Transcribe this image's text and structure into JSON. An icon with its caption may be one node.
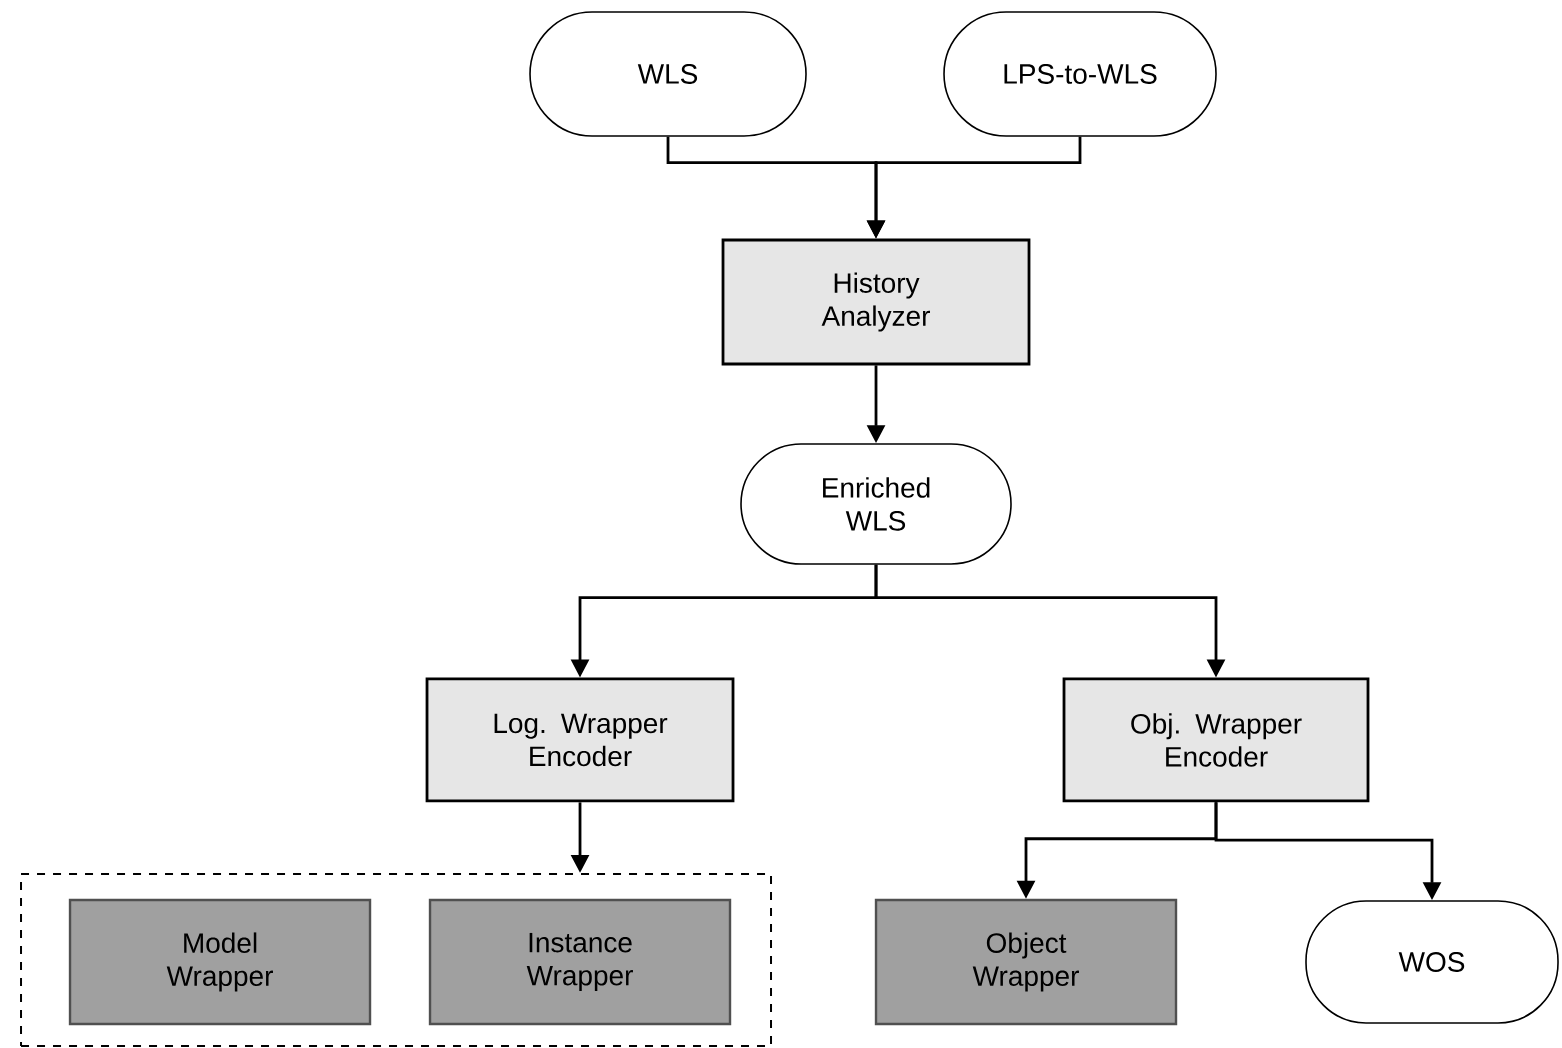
{
  "diagram": {
    "nodes": [
      {
        "text": [
          "WLS"
        ]
      },
      {
        "text": [
          "LPS-to-WLS"
        ]
      },
      {
        "text": [
          "History Analyzer"
        ]
      },
      {
        "text": [
          "Enriched WLS"
        ]
      },
      {
        "text": [
          "Log. Wrapper Encoder"
        ]
      },
      {
        "text": [
          "Obj. Wrapper Encoder"
        ]
      },
      {
        "text": [],
        "shape": "box"
      },
      {
        "text": [
          "Model Wrapper"
        ],
        "in": 6
      },
      {
        "text": [
          "Instance Wrapper"
        ],
        "in": 6
      },
      {
        "text": [
          "Object Wrapper"
        ]
      },
      {
        "text": [
          "WOS"
        ]
      }
    ],
    "edges": [
      {
        "from": 0,
        "to": 2,
        "arrow": "to"
      },
      {
        "from": 1,
        "to": 2,
        "arrow": "to"
      },
      {
        "from": 2,
        "to": 3,
        "arrow": "to"
      },
      {
        "from": 3,
        "to": 4,
        "arrow": "to"
      },
      {
        "from": 3,
        "to": 5,
        "arrow": "to"
      },
      {
        "from": 4,
        "to": 6,
        "arrow": "to"
      },
      {
        "from": 5,
        "to": 9,
        "arrow": "to"
      },
      {
        "from": 5,
        "to": 10,
        "arrow": "to"
      }
    ]
  }
}
